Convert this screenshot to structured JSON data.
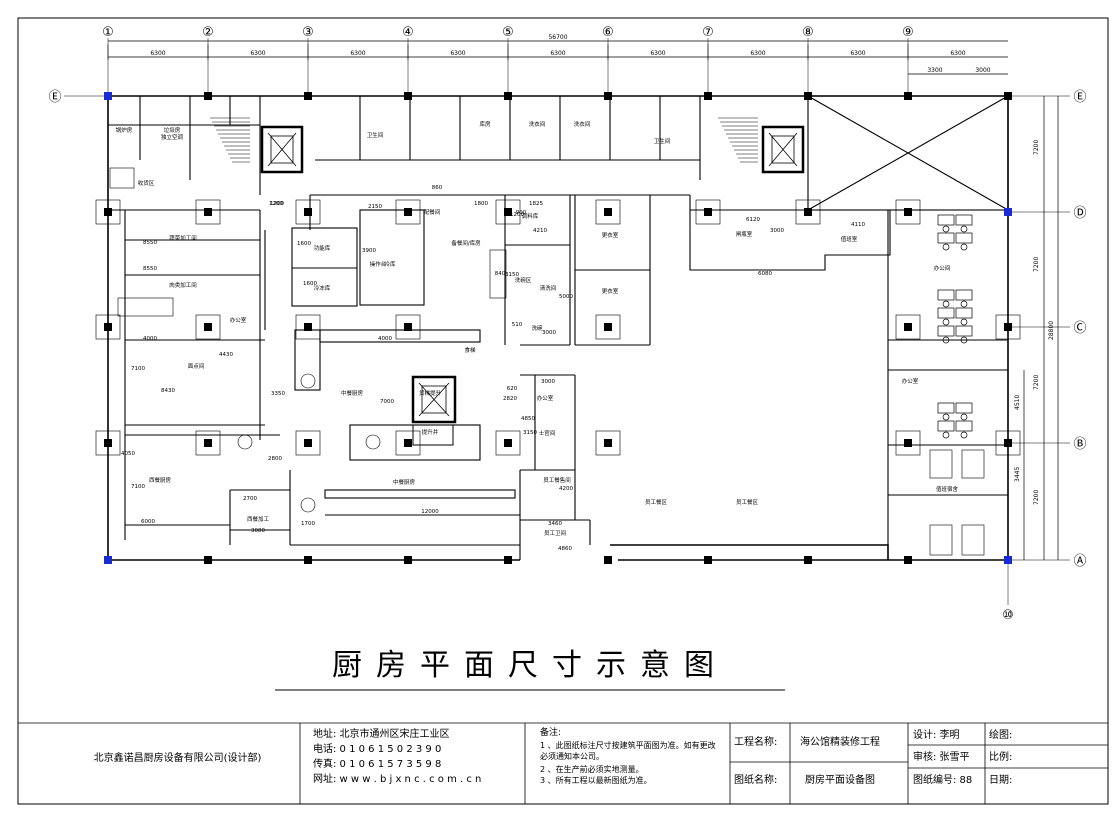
{
  "title": "厨房平面尺寸示意图",
  "axes": {
    "columns": [
      "①",
      "②",
      "③",
      "④",
      "⑤",
      "⑥",
      "⑦",
      "⑧",
      "⑨",
      "⑩"
    ],
    "rows": [
      "Ⓔ",
      "Ⓓ",
      "Ⓒ",
      "Ⓑ",
      "Ⓐ"
    ]
  },
  "dims": {
    "total_width": "56700",
    "bay": "6300",
    "bay_sub_a": "3300",
    "bay_sub_b": "3000",
    "row_e_d": "7200",
    "row_d_c": "7200",
    "row_c_b": "7200",
    "row_b_a": "7200",
    "total_depth": "28800",
    "right_4510": "4510",
    "right_3445": "3445"
  },
  "rooms": {
    "r1": "锅炉房",
    "r2": "垃圾房\n独立空调",
    "r3": "收货区",
    "r4": "蔬菜加工间",
    "r5": "肉类加工间",
    "r6": "办公室",
    "r7": "面点间",
    "r8": "西餐厨房",
    "r9": "西餐加工",
    "r10": "功能库",
    "r11": "冷冻库",
    "r12": "冷库",
    "r13": "备餐间/库房",
    "r14": "洗碗区",
    "r15": "清洗间",
    "r16": "更衣室",
    "r17": "更衣室",
    "r18": "库房",
    "r19": "洗衣间",
    "r20": "洗衣间",
    "r21": "卫生间",
    "r22": "卫生间",
    "r23": "闸瓶室",
    "r24": "值班室",
    "r25": "办公间",
    "r26": "办公室",
    "r27": "值班宿舍",
    "r28": "员工餐区",
    "r29": "员工餐区",
    "r30": "中餐厨房",
    "r31": "中餐厨房",
    "r32": "食梯",
    "r33": "办公室",
    "r34": "士官间",
    "r35": "员工餐售间",
    "r36": "员工卫间",
    "r37": "货梯提升",
    "r38": "提升井",
    "r39": "操作台",
    "r40": "洗碗",
    "r41": "配餐间",
    "r42": "调料库"
  },
  "inner_dims": [
    "8550",
    "8550",
    "4000",
    "4430",
    "8430",
    "7100",
    "4050",
    "7100",
    "6000",
    "2700",
    "3080",
    "1700",
    "12000",
    "4000",
    "2150",
    "1200",
    "1800",
    "1825",
    "4210",
    "3150",
    "5000",
    "3000",
    "3000",
    "4850",
    "4860",
    "6120",
    "6080",
    "4110",
    "3000",
    "1600",
    "1600",
    "1200",
    "2820",
    "2800",
    "3900",
    "7000",
    "3150",
    "3350",
    "4200",
    "3460",
    "860",
    "1200",
    "900",
    "510",
    "620",
    "840",
    "200",
    "3150"
  ],
  "notes_title": "备注:",
  "notes": [
    "1 、此图纸标注尺寸按建筑平面图为准。如有更改必须通知本公司。",
    "2 、在生产前必须实地测量。",
    "3 、所有工程以最新图纸为准。"
  ],
  "company": "北京鑫诺昌厨房设备有限公司(设计部)",
  "contact": {
    "address": "地址: 北京市通州区宋庄工业区",
    "phone": "电话: 0 1 0 6 1 5 0 2 3 9 0",
    "fax": "传真: 0 1 0 6 1 5 7 3 5 9 8",
    "web": "网址: w w w . b j x n c . c o m . c n"
  },
  "project_label": "工程名称:",
  "project_value": "海公馆精装修工程",
  "drawing_label": "图纸名称:",
  "drawing_value": "厨房平面设备图",
  "design_label": "设计: 李明",
  "review_label": "审核: 张雪平",
  "number_label": "图纸编号: 88",
  "draw_label": "绘图:",
  "scale_label": "比例:",
  "date_label": "日期:"
}
